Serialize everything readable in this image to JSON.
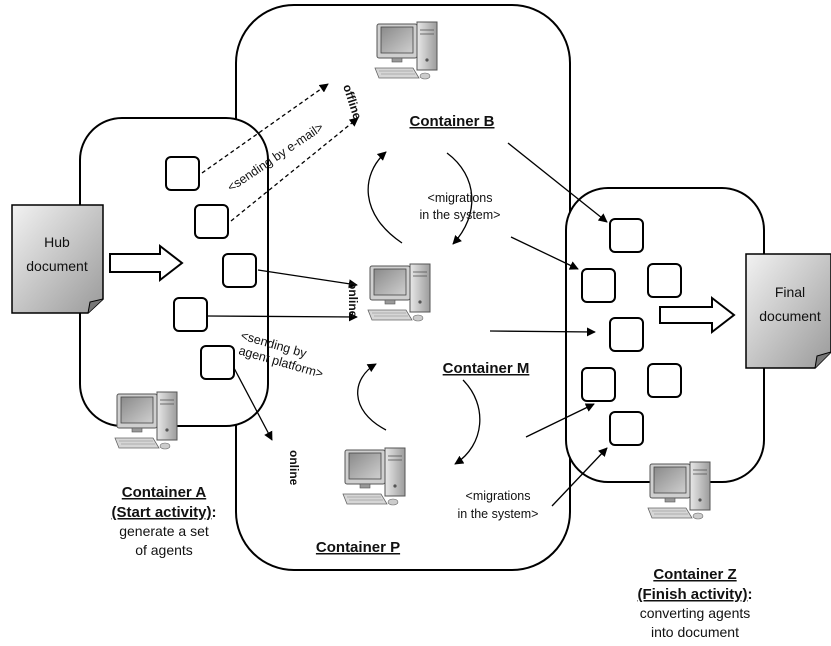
{
  "documents": {
    "hub": [
      "Hub",
      "document"
    ],
    "final": [
      "Final",
      "document"
    ]
  },
  "containers": {
    "a": {
      "title": "Container A",
      "subtitle": "(Start activity)",
      "colon": ":",
      "desc": [
        "generate a set",
        "of agents"
      ]
    },
    "b": {
      "title": "Container B"
    },
    "m": {
      "title": "Container M"
    },
    "p": {
      "title": "Container P"
    },
    "z": {
      "title": "Container Z",
      "subtitle": "(Finish activity)",
      "colon": ":",
      "desc": [
        "converting agents",
        "into document"
      ]
    }
  },
  "labels": {
    "offline": "offline",
    "online_m": "online",
    "online_p": "online",
    "email": "<sending by e-mail>",
    "platform": [
      "<sending by",
      "agent platform>"
    ],
    "migrations_b": [
      "<migrations",
      "in the system>"
    ],
    "migrations_p": [
      "<migrations",
      "in the system>"
    ]
  },
  "icons": {
    "computer": "computer-icon",
    "document": "document-icon",
    "agent": "agent-box"
  }
}
